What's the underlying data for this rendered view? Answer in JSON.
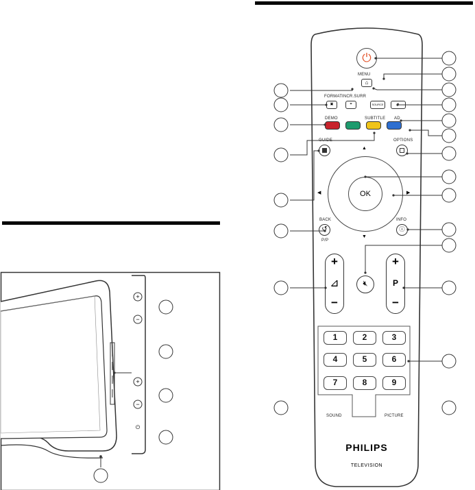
{
  "remote": {
    "menu_label": "MENU",
    "format_label": "FORMAT",
    "incredible_surround_label": "INCR.SURR",
    "demo_label": "DEMO",
    "subtitle_label": "SUBTITLE",
    "ad_label": "AD",
    "source_label": "SOURCE",
    "guide_label": "GUIDE",
    "options_label": "OPTIONS",
    "ok_label": "OK",
    "back_label": "BACK",
    "pp_label": "P/P",
    "info_label": "INFO",
    "volume_label": "⊿",
    "program_label": "P",
    "sound_label": "SOUND",
    "picture_label": "PICTURE",
    "brand": "PHILIPS",
    "subtitle_brand": "TELEVISION",
    "digits": [
      "1",
      "2",
      "3",
      "4",
      "5",
      "6",
      "7",
      "8",
      "9"
    ],
    "colors": {
      "red": "#c8232c",
      "green": "#1e9b6e",
      "yellow": "#f0c419",
      "blue": "#2e6fd0",
      "power": "#e4572e"
    }
  }
}
